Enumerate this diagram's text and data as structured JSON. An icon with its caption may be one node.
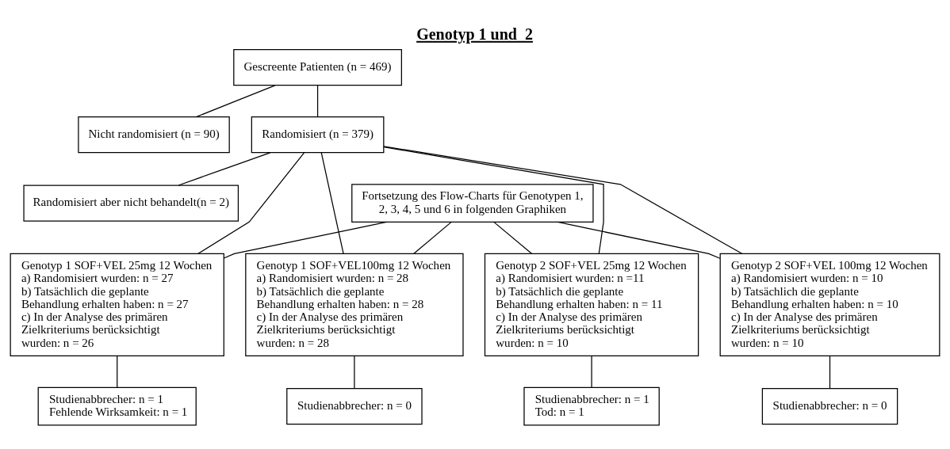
{
  "diagram": {
    "title": "Genotyp 1 und  2",
    "nodes": [
      {
        "text": [
          "Gescreente Patienten (n = 469)"
        ]
      },
      {
        "text": [
          "Nicht randomisiert (n = 90)"
        ]
      },
      {
        "text": [
          "Randomisiert (n = 379)"
        ]
      },
      {
        "text": [
          "Randomisiert aber nicht behandelt(n = 2)"
        ]
      },
      {
        "text": [
          "Fortsetzung des Flow-Charts für Genotypen 1, 2, 3, 4, 5 und 6 in folgenden Graphiken"
        ]
      },
      {
        "text": [
          "Genotyp 1 SOF+VEL 25mg 12 Wochen",
          "a) Randomisiert wurden: n = 27",
          "b) Tatsächlich die geplante Behandlung erhalten haben: n = 27",
          "c) In der Analyse des primären Zielkriteriums berücksichtigt wurden: n = 26"
        ]
      },
      {
        "text": [
          "Genotyp 1 SOF+VEL100mg 12 Wochen",
          "a) Randomisiert wurden: n = 28",
          "b) Tatsächlich die geplante Behandlung erhalten haben: n = 28",
          "c) In der Analyse des primären Zielkriteriums berücksichtigt wurden: n = 28"
        ]
      },
      {
        "text": [
          "Genotyp 2 SOF+VEL 25mg 12 Wochen",
          "a) Randomisiert wurden: n =11",
          "b) Tatsächlich die geplante Behandlung erhalten haben: n = 11",
          "c) In der Analyse des primären Zielkriteriums berücksichtigt wurden: n = 10"
        ]
      },
      {
        "text": [
          "Genotyp 2 SOF+VEL 100mg 12 Wochen",
          "a) Randomisiert wurden: n = 10",
          "b) Tatsächlich die geplante Behandlung erhalten haben: n = 10",
          "c) In der Analyse des primären Zielkriteriums berücksichtigt wurden: n = 10"
        ]
      },
      {
        "text": [
          "Studienabbrecher: n = 1",
          "Fehlende Wirksamkeit: n = 1"
        ]
      },
      {
        "text": [
          "Studienabbrecher: n = 0"
        ]
      },
      {
        "text": [
          "Studienabbrecher: n = 1",
          "Tod: n = 1"
        ]
      },
      {
        "text": [
          "Studienabbrecher: n = 0"
        ]
      }
    ],
    "edges": [
      {
        "from": 0,
        "to": 1,
        "arrow": "none"
      },
      {
        "from": 0,
        "to": 2,
        "arrow": "none"
      },
      {
        "from": 2,
        "to": 3,
        "arrow": "none"
      },
      {
        "from": 2,
        "to": 5,
        "arrow": "none"
      },
      {
        "from": 2,
        "to": 6,
        "arrow": "none"
      },
      {
        "from": 2,
        "to": 7,
        "arrow": "none"
      },
      {
        "from": 2,
        "to": 8,
        "arrow": "none"
      },
      {
        "from": 4,
        "to": 5,
        "arrow": "none"
      },
      {
        "from": 4,
        "to": 6,
        "arrow": "none"
      },
      {
        "from": 4,
        "to": 7,
        "arrow": "none"
      },
      {
        "from": 4,
        "to": 8,
        "arrow": "none"
      },
      {
        "from": 5,
        "to": 9,
        "arrow": "none"
      },
      {
        "from": 6,
        "to": 10,
        "arrow": "none"
      },
      {
        "from": 7,
        "to": 11,
        "arrow": "none"
      },
      {
        "from": 8,
        "to": 12,
        "arrow": "none"
      }
    ]
  }
}
